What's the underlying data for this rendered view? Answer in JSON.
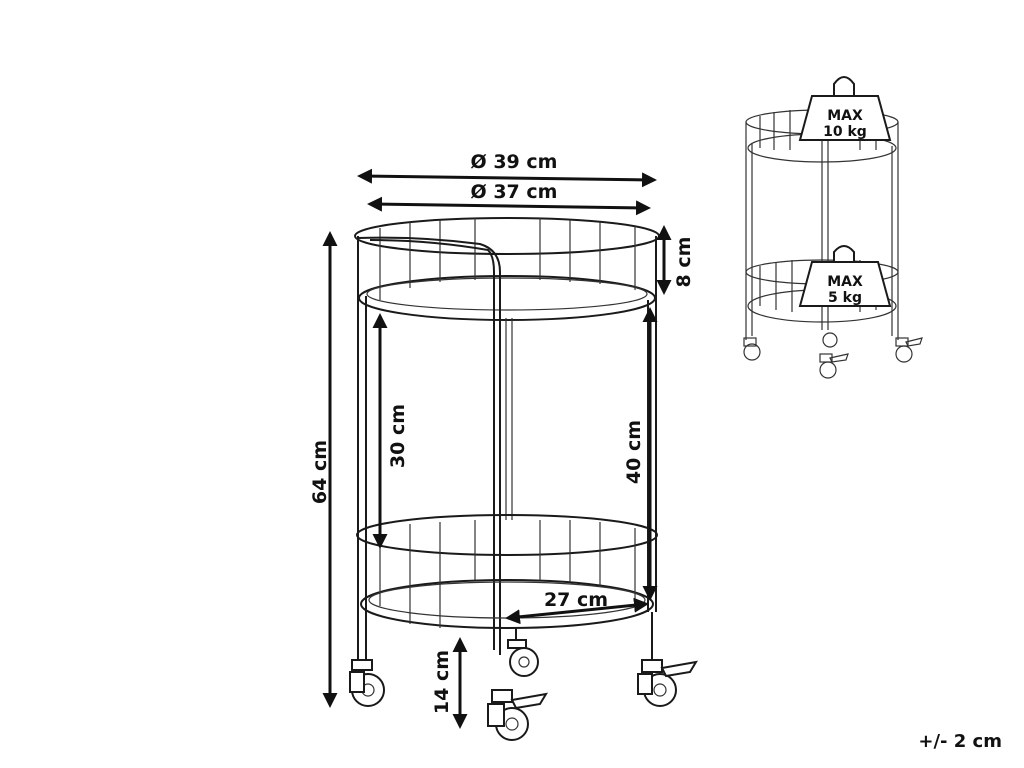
{
  "dimensions": {
    "outer_diameter": "Ø 39 cm",
    "inner_diameter": "Ø 37 cm",
    "rail_height": "8 cm",
    "total_height": "64 cm",
    "shelf_gap_left": "30 cm",
    "shelf_gap_right": "40 cm",
    "lower_shelf_width": "27 cm",
    "wheel_height": "14 cm"
  },
  "load": {
    "top_label_line1": "MAX",
    "top_label_line2": "10 kg",
    "bottom_label_line1": "MAX",
    "bottom_label_line2": "5 kg"
  },
  "tolerance": "+/- 2 cm"
}
